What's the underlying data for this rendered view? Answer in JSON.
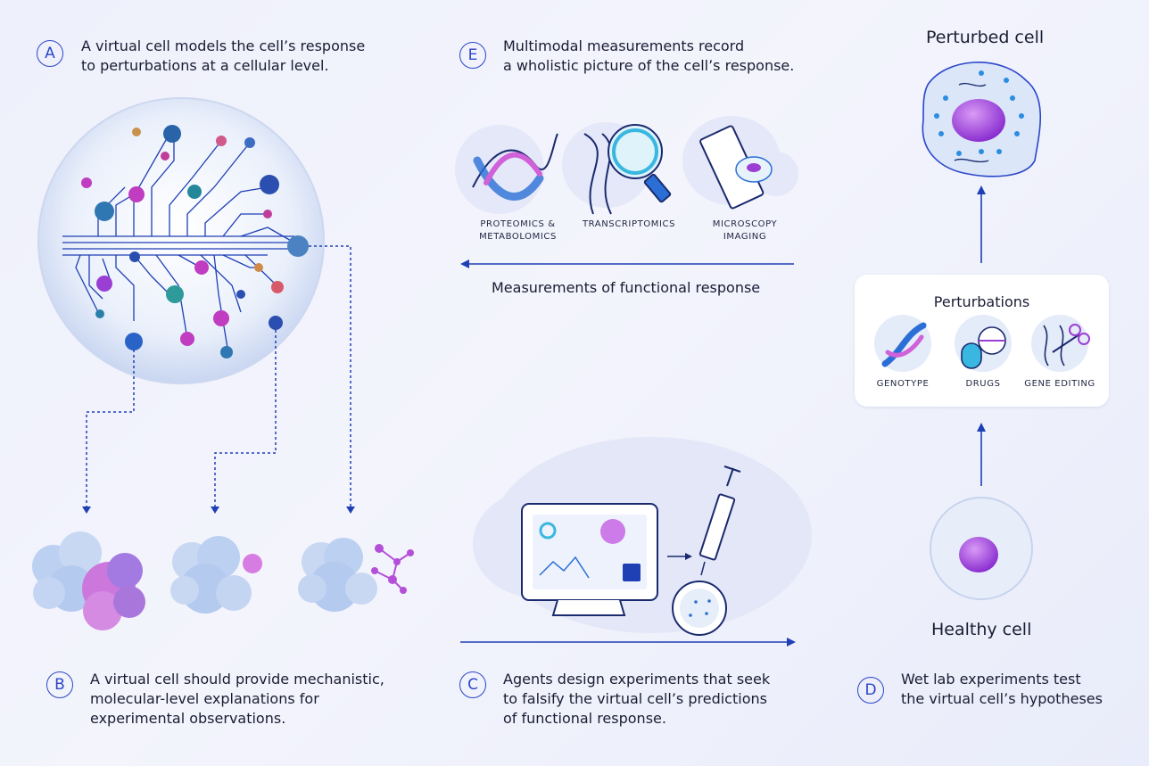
{
  "steps": {
    "a": {
      "letter": "A",
      "line1": "A virtual cell models the cell’s response",
      "line2": "to perturbations at a cellular level."
    },
    "e": {
      "letter": "E",
      "line1": "Multimodal measurements record",
      "line2": "a wholistic picture of the cell’s response."
    },
    "b": {
      "letter": "B",
      "line1": "A virtual cell should provide mechanistic,",
      "line2": "molecular-level explanations for",
      "line3": "experimental observations."
    },
    "c": {
      "letter": "C",
      "line1": "Agents design experiments that seek",
      "line2": "to falsify the virtual cell’s predictions",
      "line3": "of functional response."
    },
    "d": {
      "letter": "D",
      "line1": "Wet lab experiments test",
      "line2": "the virtual cell’s hypotheses"
    }
  },
  "measurements": {
    "proteomics_line1": "PROTEOMICS &",
    "proteomics_line2": "METABOLOMICS",
    "transcriptomics": "TRANSCRIPTOMICS",
    "microscopy_line1": "MICROSCOPY",
    "microscopy_line2": "IMAGING",
    "arrow_label": "Measurements of functional response"
  },
  "perturbed_cell_label": "Perturbed cell",
  "healthy_cell_label": "Healthy cell",
  "perturbations": {
    "title": "Perturbations",
    "genotype": "GENOTYPE",
    "drugs": "DRUGS",
    "gene_editing": "GENE EDITING"
  },
  "colors": {
    "accent": "#2b46c9",
    "purple": "#9b3fd4",
    "cell_fill": "#dde6f8",
    "background": "#eef0fb"
  }
}
